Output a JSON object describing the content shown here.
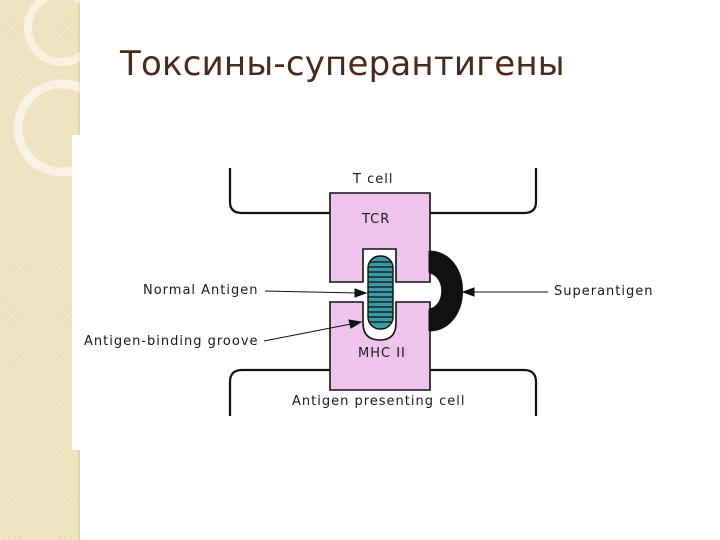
{
  "title": "Токсины-суперантигены",
  "diagram": {
    "t_cell": "T cell",
    "tcr": "TCR",
    "mhc": "MHC II",
    "apc": "Antigen presenting cell",
    "normal_antigen": "Normal Antigen",
    "binding_groove": "Antigen-binding groove",
    "superantigen": "Superantigen"
  },
  "colors": {
    "receptor_fill": "#efc3ec",
    "antigen_fill": "#3a9aa5",
    "superantigen_fill": "#111111",
    "title_color": "#4a2a1c",
    "sidebar": "#f1e6c4"
  }
}
